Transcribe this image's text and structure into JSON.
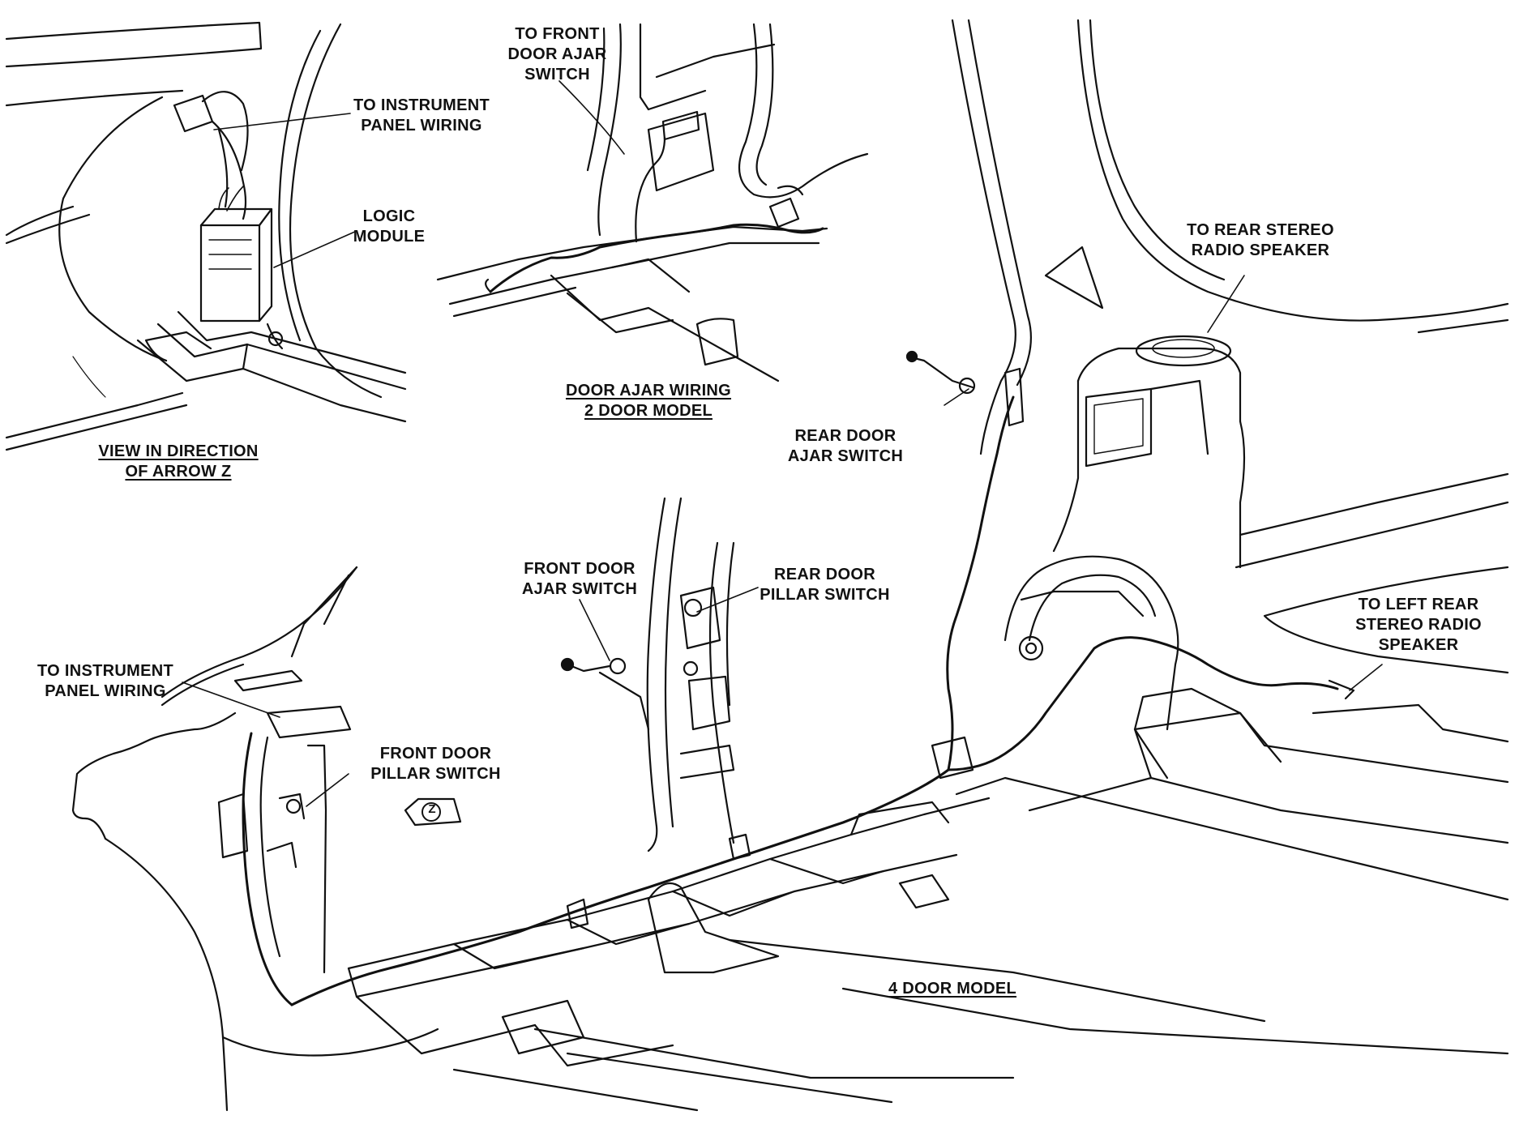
{
  "diagram": {
    "colors": {
      "ink": "#111111",
      "paper": "#ffffff"
    },
    "labels": {
      "to_instrument_panel_wiring_top": {
        "line1": "TO INSTRUMENT",
        "line2": "PANEL WIRING"
      },
      "logic_module": {
        "line1": "LOGIC",
        "line2": "MODULE"
      },
      "to_front_door_ajar_switch": {
        "line1": "TO FRONT",
        "line2": "DOOR AJAR",
        "line3": "SWITCH"
      },
      "to_rear_stereo_radio_speaker": {
        "line1": "TO REAR STEREO",
        "line2": "RADIO SPEAKER"
      },
      "rear_door_ajar_switch": {
        "line1": "REAR DOOR",
        "line2": "AJAR SWITCH"
      },
      "front_door_ajar_switch": {
        "line1": "FRONT DOOR",
        "line2": "AJAR SWITCH"
      },
      "rear_door_pillar_switch": {
        "line1": "REAR DOOR",
        "line2": "PILLAR SWITCH"
      },
      "to_left_rear_stereo_radio_speaker": {
        "line1": "TO LEFT REAR",
        "line2": "STEREO RADIO",
        "line3": "SPEAKER"
      },
      "to_instrument_panel_wiring_bottom": {
        "line1": "TO INSTRUMENT",
        "line2": "PANEL WIRING"
      },
      "front_door_pillar_switch": {
        "line1": "FRONT DOOR",
        "line2": "PILLAR SWITCH"
      }
    },
    "captions": {
      "view_arrow_z": {
        "line1": "VIEW IN DIRECTION",
        "line2": "OF ARROW Z"
      },
      "door_ajar_2door": {
        "line1": "DOOR AJAR WIRING",
        "line2": "2 DOOR MODEL"
      },
      "four_door_model": {
        "line1": "4 DOOR MODEL"
      }
    },
    "arrow_z_letter": "Z"
  }
}
